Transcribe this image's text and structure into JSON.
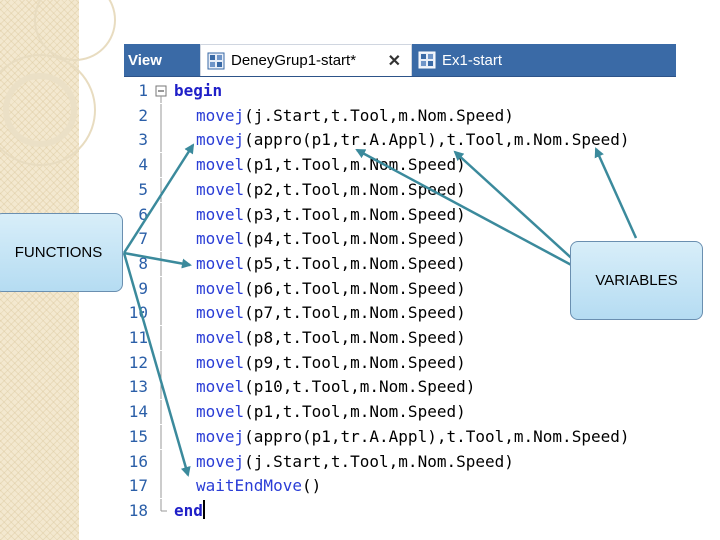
{
  "tabs": {
    "view_label": "View",
    "active_label": "DeneyGrup1-start*",
    "active_close": "✕",
    "inactive_label": "Ex1-start"
  },
  "code_lines": [
    {
      "num": "1",
      "kw": "begin",
      "fn": "",
      "args": ""
    },
    {
      "num": "2",
      "kw": "",
      "fn": "movej",
      "args": "(j.Start,t.Tool,m.Nom.Speed)"
    },
    {
      "num": "3",
      "kw": "",
      "fn": "movej",
      "args": "(appro(p1,tr.A.Appl),t.Tool,m.Nom.Speed)"
    },
    {
      "num": "4",
      "kw": "",
      "fn": "movel",
      "args": "(p1,t.Tool,m.Nom.Speed)"
    },
    {
      "num": "5",
      "kw": "",
      "fn": "movel",
      "args": "(p2,t.Tool,m.Nom.Speed)"
    },
    {
      "num": "6",
      "kw": "",
      "fn": "movel",
      "args": "(p3,t.Tool,m.Nom.Speed)"
    },
    {
      "num": "7",
      "kw": "",
      "fn": "movel",
      "args": "(p4,t.Tool,m.Nom.Speed)"
    },
    {
      "num": "8",
      "kw": "",
      "fn": "movel",
      "args": "(p5,t.Tool,m.Nom.Speed)"
    },
    {
      "num": "9",
      "kw": "",
      "fn": "movel",
      "args": "(p6,t.Tool,m.Nom.Speed)"
    },
    {
      "num": "10",
      "kw": "",
      "fn": "movel",
      "args": "(p7,t.Tool,m.Nom.Speed)"
    },
    {
      "num": "11",
      "kw": "",
      "fn": "movel",
      "args": "(p8,t.Tool,m.Nom.Speed)"
    },
    {
      "num": "12",
      "kw": "",
      "fn": "movel",
      "args": "(p9,t.Tool,m.Nom.Speed)"
    },
    {
      "num": "13",
      "kw": "",
      "fn": "movel",
      "args": "(p10,t.Tool,m.Nom.Speed)"
    },
    {
      "num": "14",
      "kw": "",
      "fn": "movel",
      "args": "(p1,t.Tool,m.Nom.Speed)"
    },
    {
      "num": "15",
      "kw": "",
      "fn": "movej",
      "args": "(appro(p1,tr.A.Appl),t.Tool,m.Nom.Speed)"
    },
    {
      "num": "16",
      "kw": "",
      "fn": "movej",
      "args": "(j.Start,t.Tool,m.Nom.Speed)"
    },
    {
      "num": "17",
      "kw": "",
      "fn": "waitEndMove",
      "args": "()"
    },
    {
      "num": "18",
      "kw": "end",
      "fn": "",
      "args": ""
    }
  ],
  "callouts": {
    "functions": "FUNCTIONS",
    "variables": "VARIABLES"
  },
  "colors": {
    "tab_bar": "#3a6aa6",
    "keyword": "#1f1fc8",
    "function": "#2a3dd6",
    "line_number": "#2b5fa8",
    "arrow": "#3b8a9c",
    "callout_fill": "#c4e4f5"
  },
  "icons": {
    "tab_file_icon": "grid-file-icon",
    "fold_icon": "minus-box-icon"
  }
}
